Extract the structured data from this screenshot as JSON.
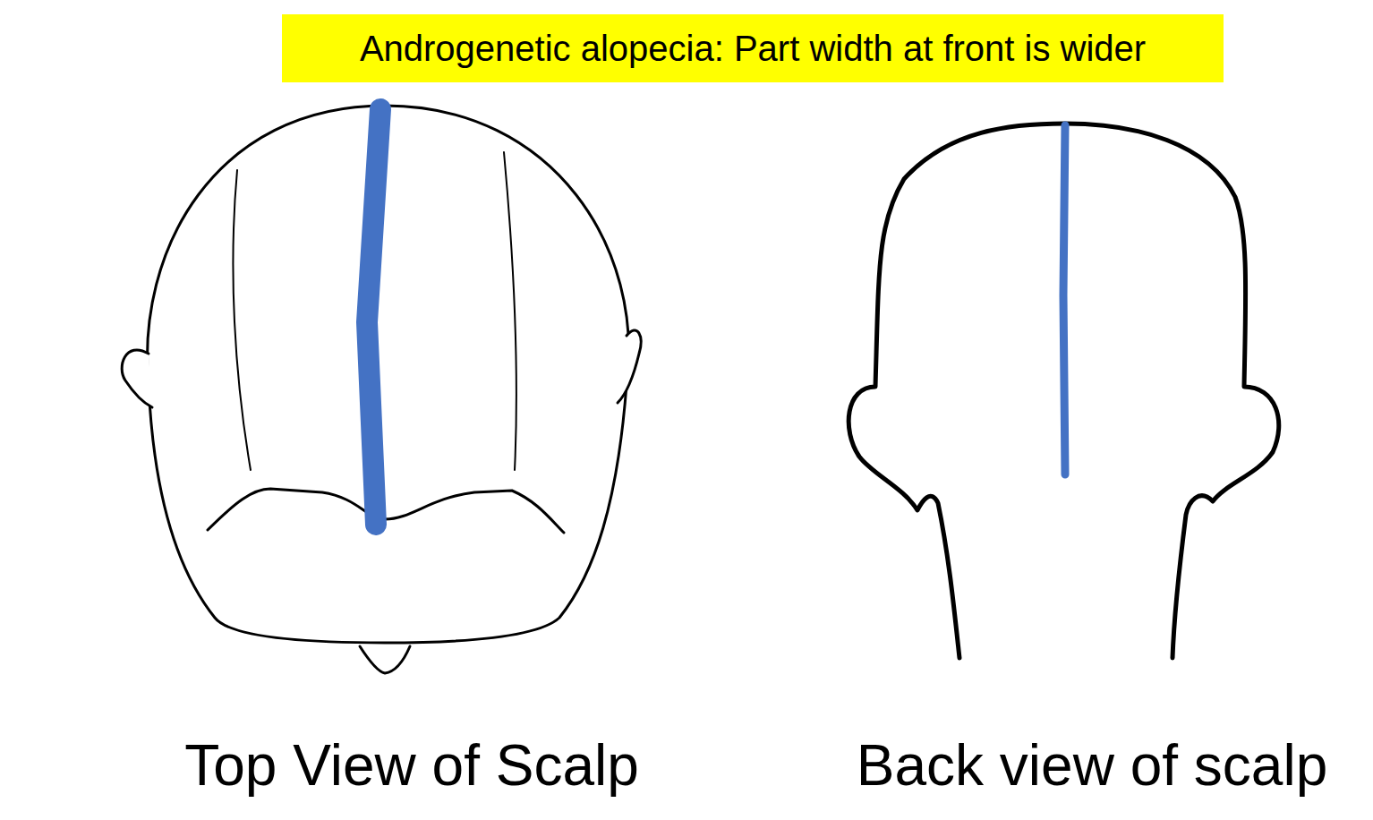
{
  "diagram": {
    "title": "Androgenetic alopecia: Part width at front is wider",
    "labels": [
      "Top View of Scalp",
      "Back view of scalp"
    ]
  }
}
